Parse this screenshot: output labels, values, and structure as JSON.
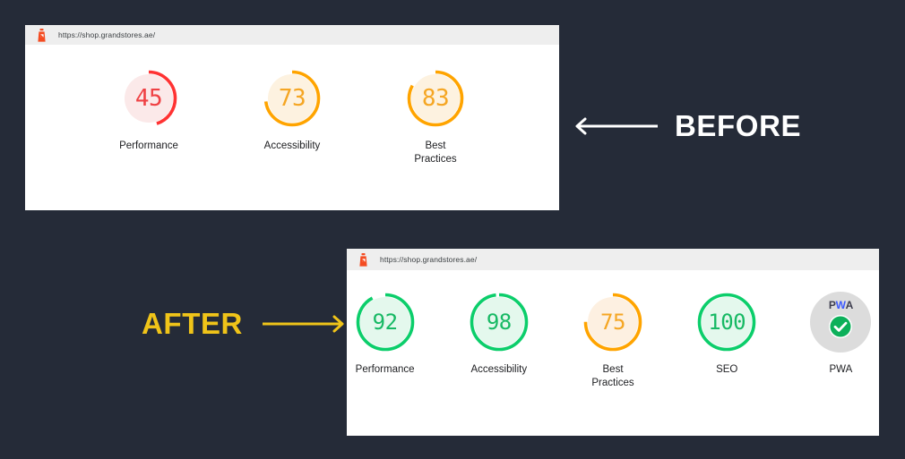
{
  "background_color": "#252b38",
  "cards": [
    {
      "id": "before",
      "url": "https://shop.grandstores.ae/",
      "icon": "lighthouse-icon",
      "metrics": [
        {
          "label": "Performance",
          "value": "45",
          "score": 45,
          "color": "#f33",
          "track": "#fbe9e9",
          "text_color": "#ef4144"
        },
        {
          "label": "Accessibility",
          "value": "73",
          "score": 73,
          "color": "#ffa400",
          "track": "#fdf2e0",
          "text_color": "#f5a623"
        },
        {
          "label": "Best\nPractices",
          "value": "83",
          "score": 83,
          "color": "#ffa400",
          "track": "#fdf2e0",
          "text_color": "#f5a623"
        }
      ]
    },
    {
      "id": "after",
      "url": "https://shop.grandstores.ae/",
      "icon": "lighthouse-icon",
      "metrics": [
        {
          "label": "Performance",
          "value": "92",
          "score": 92,
          "color": "#0cce6b",
          "track": "#e4f8ed",
          "text_color": "#17b964"
        },
        {
          "label": "Accessibility",
          "value": "98",
          "score": 98,
          "color": "#0cce6b",
          "track": "#e4f8ed",
          "text_color": "#17b964"
        },
        {
          "label": "Best\nPractices",
          "value": "75",
          "score": 75,
          "color": "#ffa400",
          "track": "#fdf0e1",
          "text_color": "#f5a623"
        },
        {
          "label": "SEO",
          "value": "100",
          "score": 100,
          "color": "#0cce6b",
          "track": "#e4f8ed",
          "text_color": "#17b964"
        }
      ],
      "pwa": {
        "label": "PWA",
        "wordmark": {
          "p": "P",
          "w": "W",
          "a": "A"
        },
        "badge_color": "#dcdcdc",
        "check_color": "#0cb05a",
        "icon": "pwa-check-icon"
      }
    }
  ],
  "annotations": {
    "before": {
      "text": "BEFORE",
      "color": "#ffffff",
      "arrow": "arrow-left-icon"
    },
    "after": {
      "text": "AFTER",
      "color": "#f0c419",
      "arrow": "arrow-right-icon"
    }
  }
}
